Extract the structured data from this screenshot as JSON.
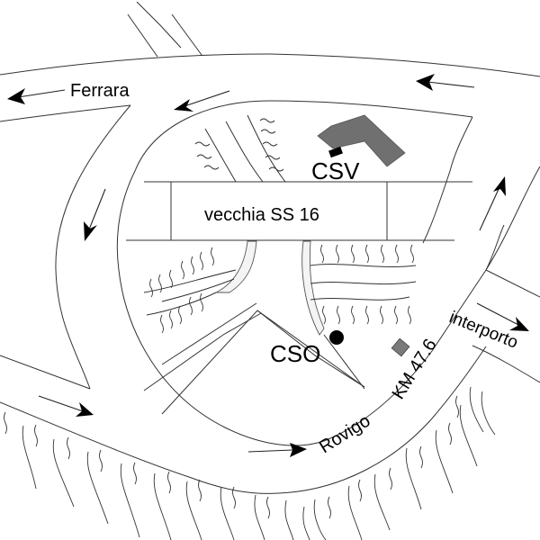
{
  "map": {
    "labels": {
      "ferrara": "Ferrara",
      "rovigo": "Rovigo",
      "interporto": "interporto",
      "km_marker": "KM 47.6",
      "old_road": "vecchia SS 16",
      "csv": "CSV",
      "cso": "CSO"
    },
    "colors": {
      "building": "#707070",
      "marker": "#7a7a7a",
      "point": "#000000",
      "lines": "#333333",
      "background": "#ffffff"
    },
    "features": {
      "csv_site": "building",
      "cso_site": "point",
      "km_site": "square-marker"
    },
    "arrows": [
      "west-toward-ferrara",
      "southwest-ramp",
      "top-westbound",
      "southbound-left",
      "eastbound-left",
      "eastbound-rovigo",
      "northbound-right",
      "east-interporto"
    ]
  }
}
